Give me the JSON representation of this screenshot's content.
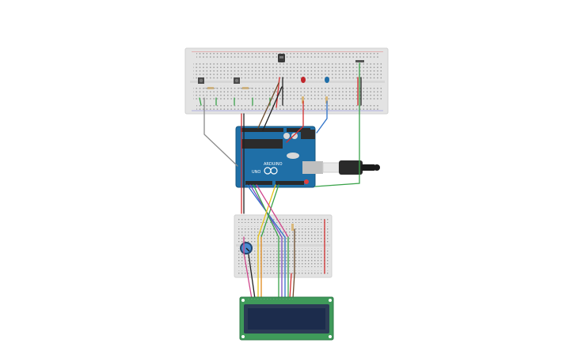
{
  "board": {
    "logo_text": "UNO",
    "brand_text": "ARDUINO"
  },
  "colors": {
    "breadboard": "#e3e3e3",
    "arduino": "#1f6fa7",
    "lcd_pcb": "#3f9a5a",
    "lcd_screen": "#1c2c4c",
    "pot": "#2f6fb0",
    "wire_red": "#d32f2f",
    "wire_green": "#3aa34a",
    "wire_blue": "#2f73c9",
    "wire_yellow": "#e5c41a",
    "wire_gray": "#8a8a8a",
    "wire_black": "#222222",
    "wire_brown": "#6b4a2a",
    "wire_orange": "#e08a1e",
    "wire_purple": "#7a4fc0",
    "wire_pink": "#d0468c"
  },
  "components": [
    "breadboard-top",
    "pushbutton",
    "pushbutton",
    "temperature-sensor",
    "red-led",
    "blue-led",
    "resistor",
    "arduino-uno",
    "usb-cable",
    "breadboard-small",
    "potentiometer",
    "lcd-16x2"
  ]
}
